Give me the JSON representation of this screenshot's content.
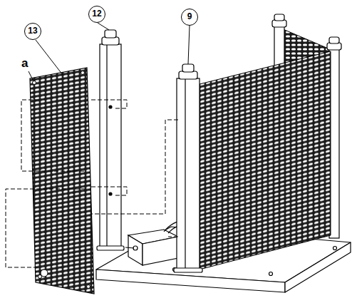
{
  "diagram": {
    "labels": [
      "13",
      "12",
      "9",
      "a"
    ]
  }
}
